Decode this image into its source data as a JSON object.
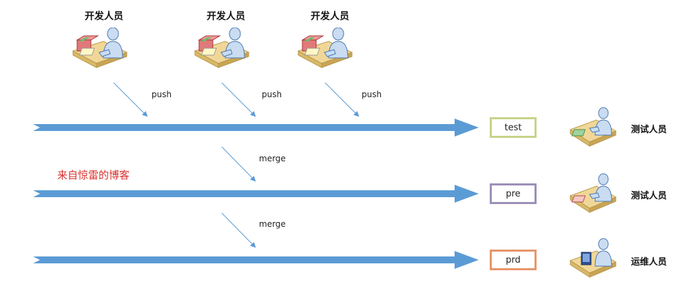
{
  "developers": [
    {
      "label": "开发人员"
    },
    {
      "label": "开发人员"
    },
    {
      "label": "开发人员"
    }
  ],
  "push_labels": [
    "push",
    "push",
    "push"
  ],
  "merge_labels": [
    "merge",
    "merge"
  ],
  "environments": [
    {
      "name": "test",
      "border_color": "#c6d48a",
      "role": "测试人员"
    },
    {
      "name": "pre",
      "border_color": "#9c8fb8",
      "role": "测试人员"
    },
    {
      "name": "prd",
      "border_color": "#e8956a",
      "role": "运维人员"
    }
  ],
  "watermark": "来自惊雷的博客",
  "colors": {
    "arrow": "#5b9bd5",
    "connector": "#5b9bd5",
    "watermark": "#d9302c"
  }
}
